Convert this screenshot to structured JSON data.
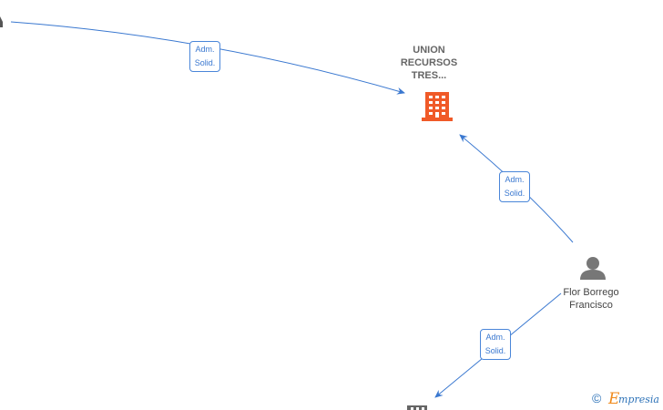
{
  "company": {
    "name_lines": [
      "UNION",
      "RECURSOS",
      "TRES..."
    ],
    "icon": "building-icon",
    "color": "#f05a28"
  },
  "person": {
    "name_lines": [
      "Flor Borrego",
      "Francisco"
    ],
    "icon": "person-icon",
    "color": "#777777"
  },
  "edges": [
    {
      "label_lines": [
        "Adm.",
        "Solid."
      ]
    },
    {
      "label_lines": [
        "Adm.",
        "Solid."
      ]
    },
    {
      "label_lines": [
        "Adm.",
        "Solid."
      ]
    }
  ],
  "colors": {
    "edge": "#3a78d0"
  },
  "watermark": {
    "symbol": "©",
    "brand_initial": "E",
    "brand_rest": "mpresia"
  }
}
